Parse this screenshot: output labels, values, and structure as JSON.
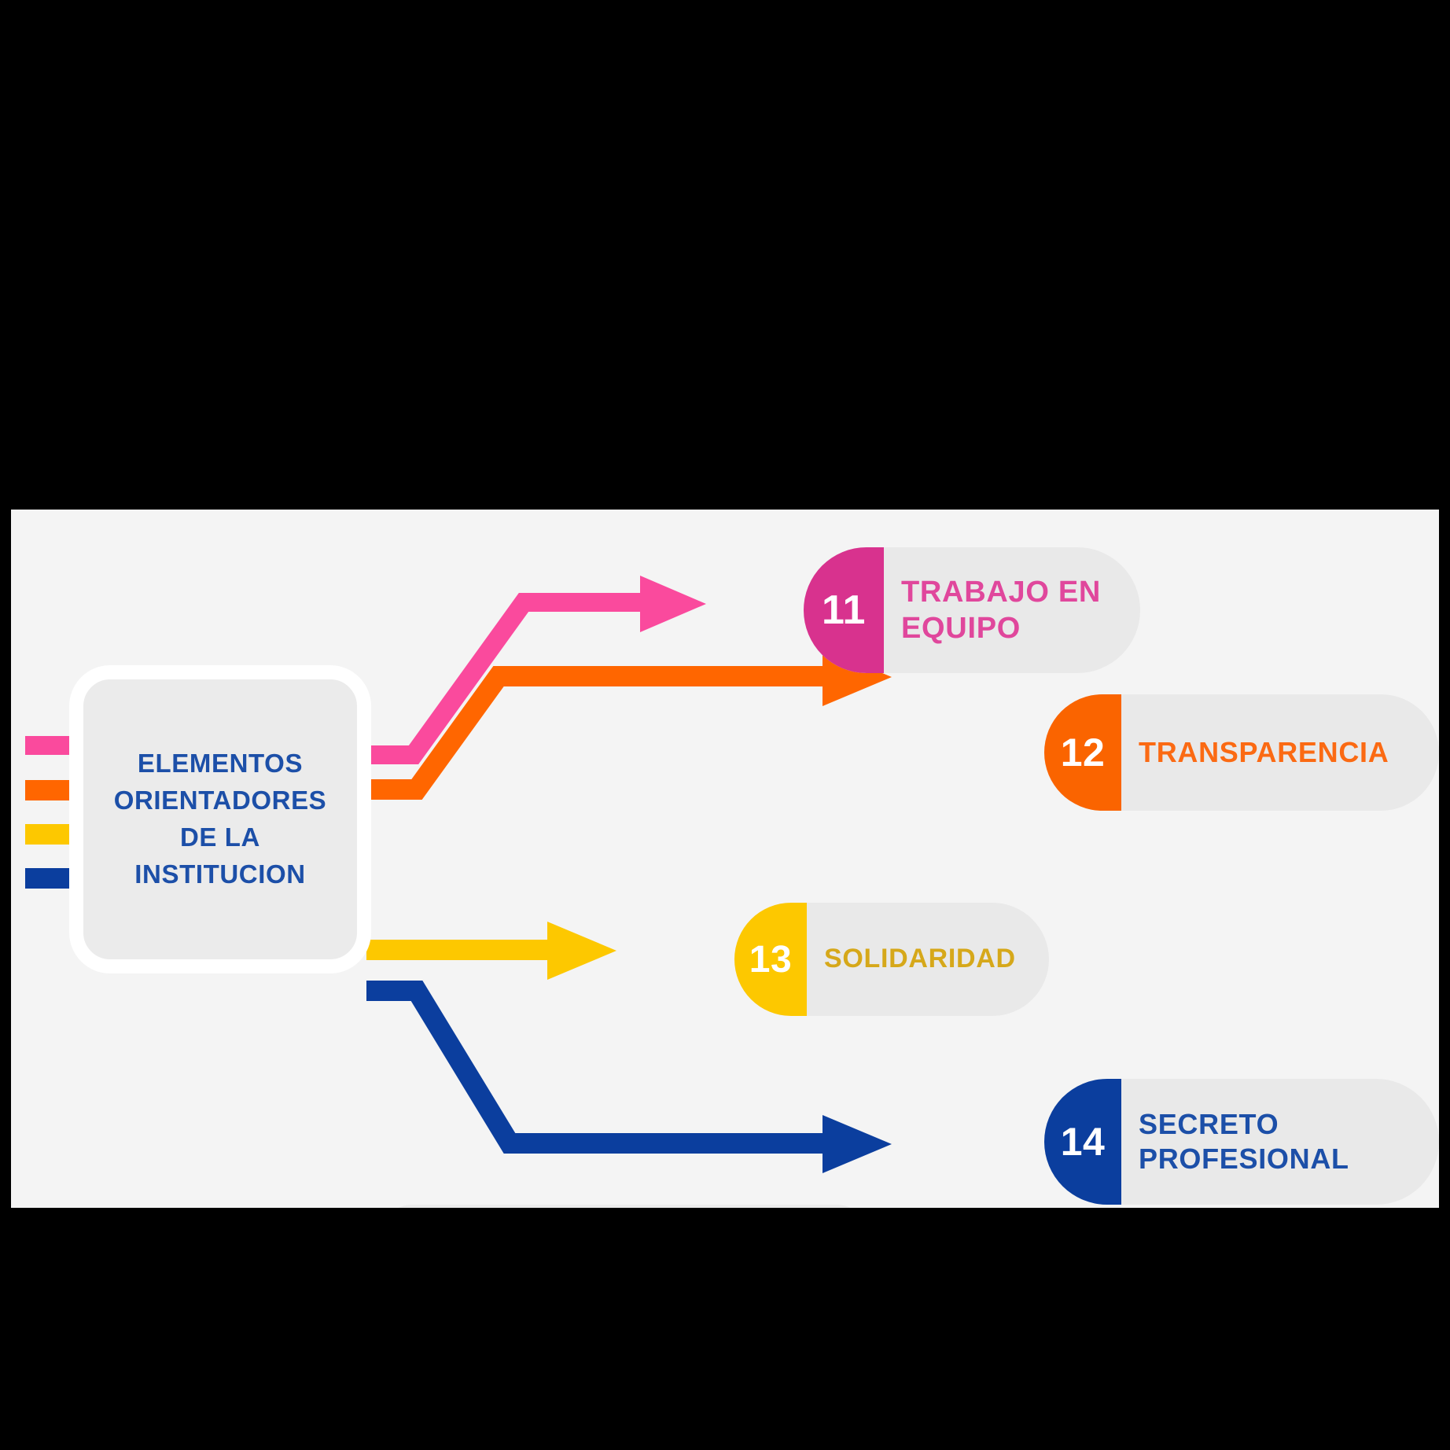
{
  "canvas": {
    "background": "#f4f4f4",
    "page_background": "#000000"
  },
  "hub": {
    "name": "elementos-orientadores-de-la-institucion",
    "lines": [
      "ELEMENTOS",
      "ORIENTADORES",
      "DE LA",
      "INSTITUCION"
    ],
    "text_color": "#1c4fa8",
    "fill": "#ebebeb"
  },
  "nodes": [
    {
      "number": "11",
      "label": "TRABAJO EN\nEQUIPO",
      "badge_color": "#d8328e",
      "label_color": "#e0479c",
      "connector_color": "#fa4a9d",
      "pill_color": "#e9e9e9"
    },
    {
      "number": "12",
      "label": "TRANSPARENCIA",
      "badge_color": "#fa6400",
      "label_color": "#fb6a13",
      "connector_color": "#ff6600",
      "pill_color": "#e9e9e9"
    },
    {
      "number": "13",
      "label": "SOLIDARIDAD",
      "badge_color": "#fdc800",
      "label_color": "#d6a81a",
      "connector_color": "#fdc800",
      "pill_color": "#e9e9e9"
    },
    {
      "number": "14",
      "label": "SECRETO\nPROFESIONAL",
      "badge_color": "#0b3e9e",
      "label_color": "#1c4fa8",
      "connector_color": "#0b3e9e",
      "pill_color": "#e9e9e9"
    }
  ],
  "left_stubs": [
    {
      "color": "#fa4a9d"
    },
    {
      "color": "#ff6600"
    },
    {
      "color": "#fdc800"
    },
    {
      "color": "#0b3e9e"
    }
  ],
  "chart_data": {
    "type": "diagram",
    "title": "ELEMENTOS ORIENTADORES DE LA INSTITUCION",
    "diagram_kind": "radial-branch-flow",
    "root": "ELEMENTOS ORIENTADORES DE LA INSTITUCION",
    "branches": [
      {
        "id": "11",
        "label": "TRABAJO EN EQUIPO",
        "color": "#d8328e"
      },
      {
        "id": "12",
        "label": "TRANSPARENCIA",
        "color": "#fa6400"
      },
      {
        "id": "13",
        "label": "SOLIDARIDAD",
        "color": "#fdc800"
      },
      {
        "id": "14",
        "label": "SECRETO PROFESIONAL",
        "color": "#0b3e9e"
      }
    ]
  }
}
